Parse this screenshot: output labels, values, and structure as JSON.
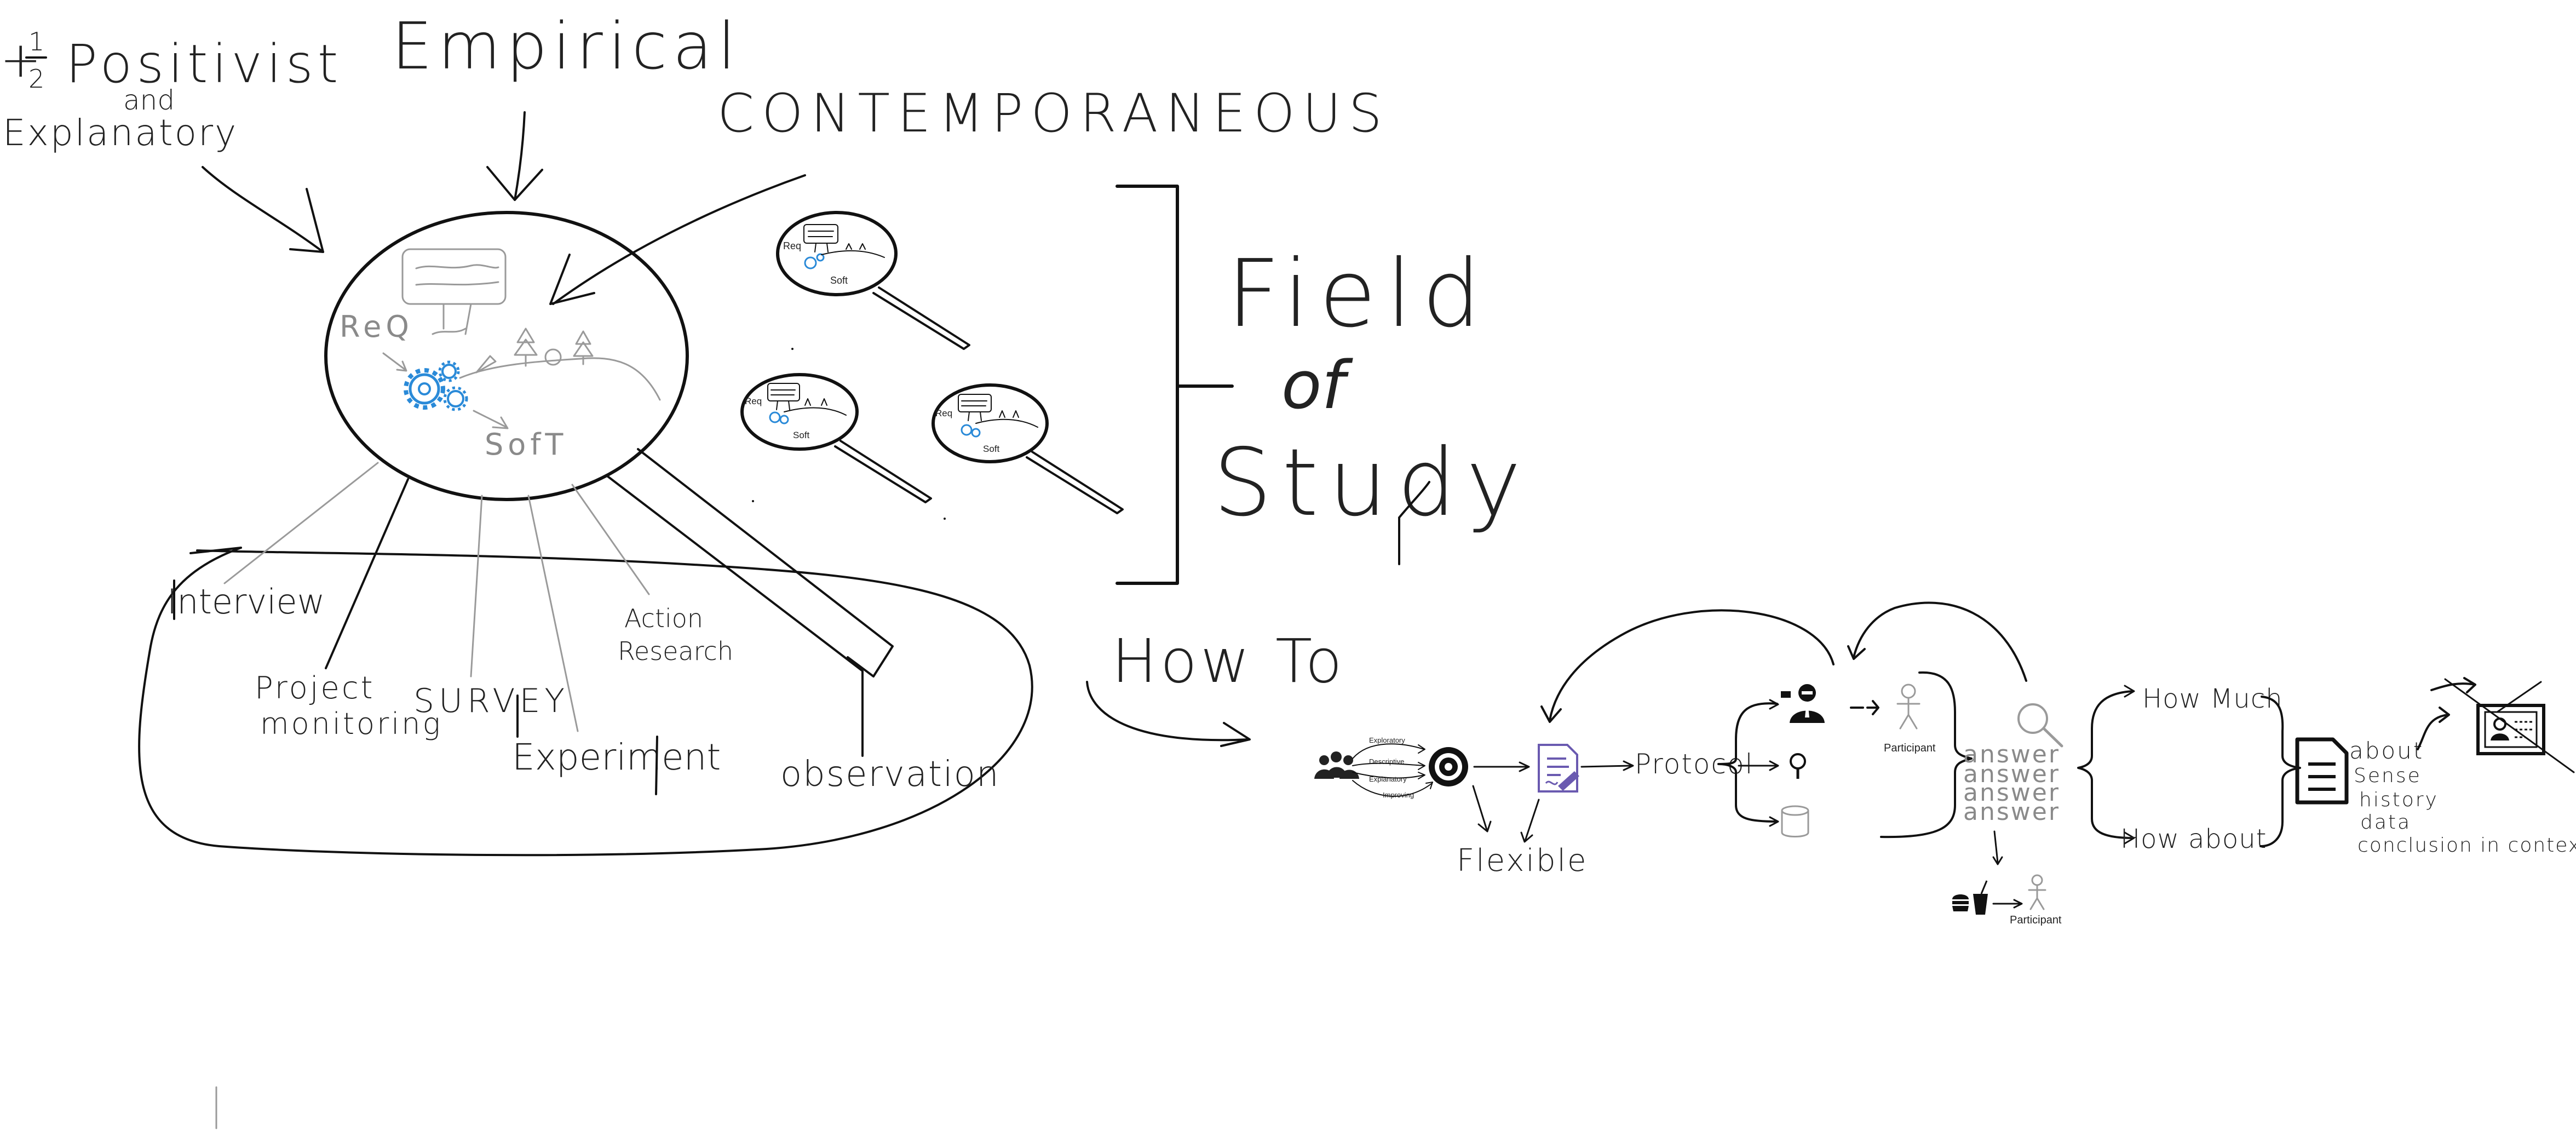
{
  "top_labels": {
    "positivist_prefix": "+",
    "positivist_fraction_num": "1",
    "positivist_fraction_den": "2",
    "positivist": "Positivist",
    "and": "and",
    "explanatory": "Explanatory",
    "empirical": "Empirical",
    "contemporaneous": "CONTEMPORANEOUS"
  },
  "main_scene": {
    "req": "ReQ",
    "soft": "SofT",
    "mini_req": "Req",
    "mini_soft": "Soft"
  },
  "field_of_study": {
    "line1": "Field",
    "line2": "of",
    "line3": "Study"
  },
  "methods": {
    "interview": "Interview",
    "project_monitoring_1": "Project",
    "project_monitoring_2": "monitoring",
    "survey": "SURVEY",
    "experiment": "Experiment",
    "action_research_1": "Action",
    "action_research_2": "Research",
    "observation": "observation"
  },
  "how_to": "How To",
  "flow": {
    "purposes": [
      "Exploratory",
      "Descriptive",
      "Explanatory",
      "Improving"
    ],
    "flexible": "Flexible",
    "protocol": "Protocol",
    "participant": "Participant",
    "participant_2": "Participant",
    "answers": [
      "answer",
      "answer",
      "answer",
      "answer"
    ],
    "how_much": "How Much",
    "how_about": "How about",
    "about_lines": [
      "about",
      "Sense",
      "history",
      "data",
      "conclusion in context"
    ]
  },
  "icons": [
    "people-group-icon",
    "target-icon",
    "document-edit-icon",
    "researcher-icon",
    "magnifier-icon",
    "database-icon",
    "stick-figure-icon",
    "magnifying-glass-icon",
    "food-drink-icon",
    "document-icon",
    "id-card-icon",
    "gear-icon",
    "tree-icon"
  ],
  "colors": {
    "ink": "#111111",
    "pencil_grey": "#8a8a8a",
    "gear_blue": "#2a8ad8",
    "doc_purple": "#6a5ab0"
  }
}
